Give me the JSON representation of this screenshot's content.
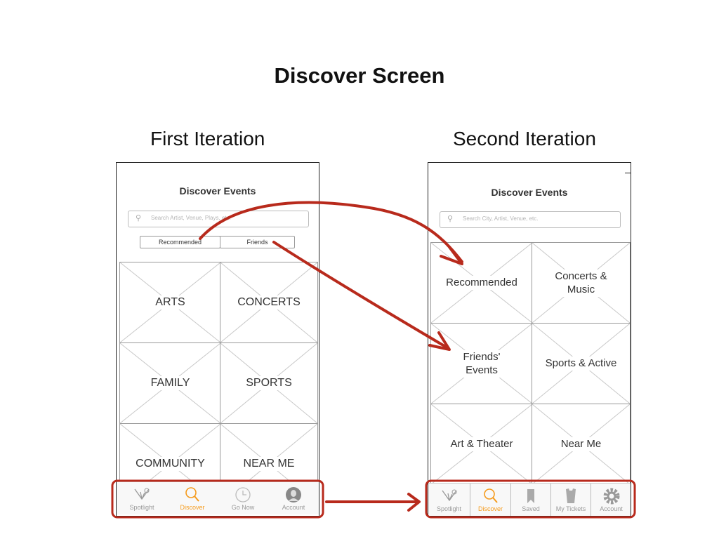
{
  "slide": {
    "title": "Discover Screen",
    "left_heading": "First Iteration",
    "right_heading": "Second Iteration"
  },
  "first": {
    "app_title": "Discover Events",
    "search_placeholder": "Search Artist, Venue, Plays, etc.",
    "segments": [
      "Recommended",
      "Friends"
    ],
    "tiles": [
      "ARTS",
      "CONCERTS",
      "FAMILY",
      "SPORTS",
      "COMMUNITY",
      "NEAR ME"
    ],
    "tabs": [
      {
        "label": "Spotlight",
        "icon": "spotlight-icon"
      },
      {
        "label": "Discover",
        "icon": "search-icon",
        "active": true
      },
      {
        "label": "Go Now",
        "icon": "clock-icon"
      },
      {
        "label": "Account",
        "icon": "user-icon"
      }
    ]
  },
  "second": {
    "app_title": "Discover Events",
    "search_placeholder": "Search City, Artist, Venue, etc.",
    "tiles": [
      "Recommended",
      "Concerts & Music",
      "Friends' Events",
      "Sports & Active",
      "Art & Theater",
      "Near Me"
    ],
    "tabs": [
      {
        "label": "Spotlight",
        "icon": "spotlight-icon"
      },
      {
        "label": "Discover",
        "icon": "search-icon",
        "active": true
      },
      {
        "label": "Saved",
        "icon": "bookmark-icon"
      },
      {
        "label": "My Tickets",
        "icon": "ticket-icon"
      },
      {
        "label": "Account",
        "icon": "gear-icon"
      }
    ]
  },
  "colors": {
    "annotation": "#b82a1c",
    "active_tab": "#f59b1d"
  }
}
